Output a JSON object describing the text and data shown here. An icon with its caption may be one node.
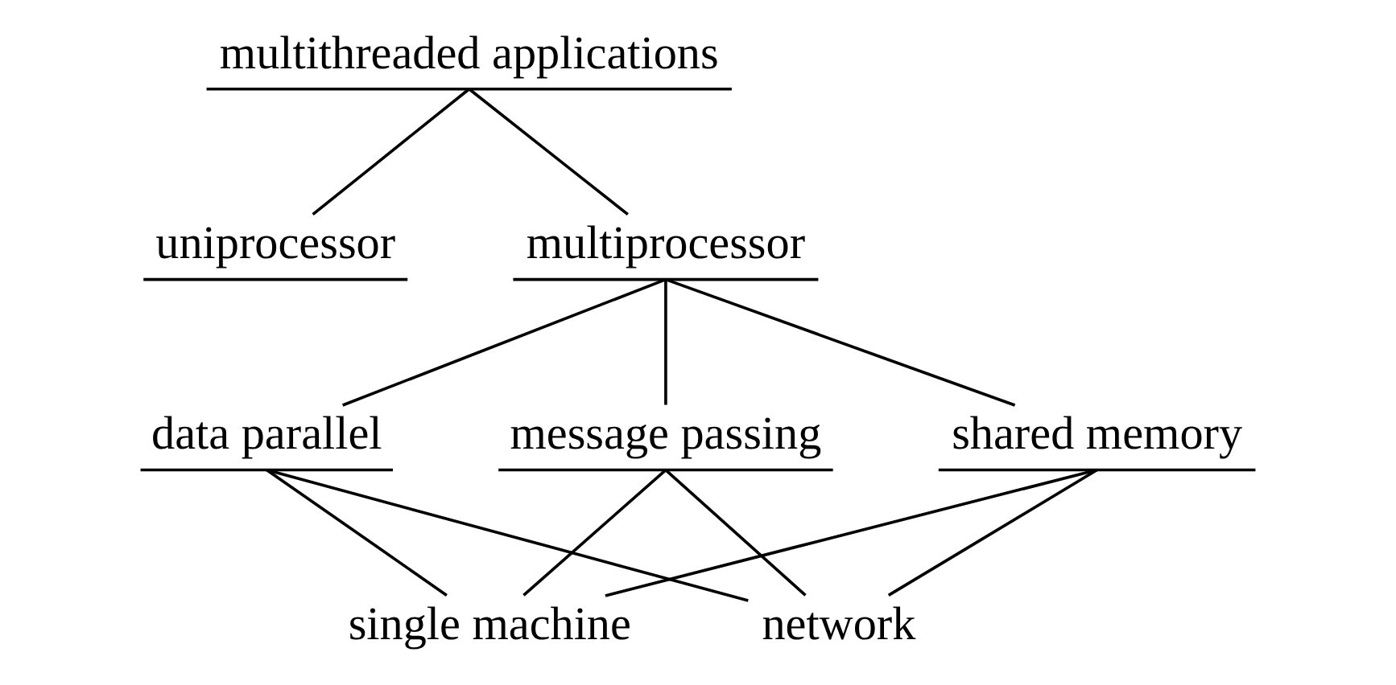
{
  "diagram": {
    "nodes": [
      {
        "text": [
          "multithreaded applications"
        ]
      },
      {
        "text": [
          "uniprocessor"
        ]
      },
      {
        "text": [
          "multiprocessor"
        ]
      },
      {
        "text": [
          "data parallel"
        ]
      },
      {
        "text": [
          "message passing"
        ]
      },
      {
        "text": [
          "shared memory"
        ]
      },
      {
        "text": [
          "single machine"
        ]
      },
      {
        "text": [
          "network"
        ]
      }
    ],
    "edges": [
      {
        "from": 0,
        "to": 1,
        "arrow": "none"
      },
      {
        "from": 0,
        "to": 2,
        "arrow": "none"
      },
      {
        "from": 2,
        "to": 3,
        "arrow": "none"
      },
      {
        "from": 2,
        "to": 4,
        "arrow": "none"
      },
      {
        "from": 2,
        "to": 5,
        "arrow": "none"
      },
      {
        "from": 3,
        "to": 6,
        "arrow": "none"
      },
      {
        "from": 3,
        "to": 7,
        "arrow": "none"
      },
      {
        "from": 4,
        "to": 6,
        "arrow": "none"
      },
      {
        "from": 4,
        "to": 7,
        "arrow": "none"
      },
      {
        "from": 5,
        "to": 6,
        "arrow": "none"
      },
      {
        "from": 5,
        "to": 7,
        "arrow": "none"
      }
    ]
  }
}
